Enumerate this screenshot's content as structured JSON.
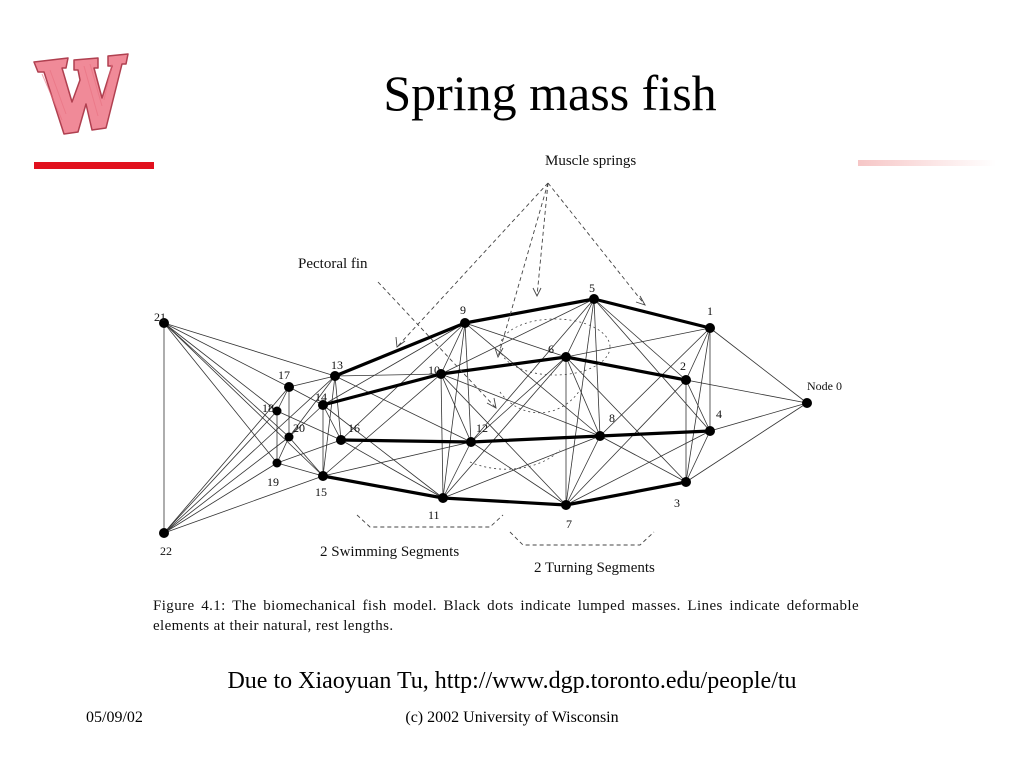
{
  "slide": {
    "title": "Spring mass fish",
    "credit": "Due to Xiaoyuan Tu, http://www.dgp.toronto.edu/people/tu",
    "footer_date": "05/09/02",
    "footer_copyright": "(c) 2002 University of Wisconsin",
    "accent_color": "#e1111e"
  },
  "logo": {
    "letter": "W",
    "fill_color": "#f08a98",
    "edge_color": "#b04050"
  },
  "figure": {
    "callouts": {
      "muscle_springs": "Muscle springs",
      "pectoral_fin": "Pectoral fin",
      "swimming_segments": "2 Swimming Segments",
      "turning_segments": "2 Turning Segments"
    },
    "node_labels": [
      "Node 0",
      "1",
      "2",
      "3",
      "4",
      "5",
      "6",
      "7",
      "8",
      "9",
      "10",
      "11",
      "12",
      "13",
      "14",
      "15",
      "16",
      "17",
      "18",
      "19",
      "20",
      "21",
      "22"
    ],
    "caption": "Figure 4.1: The biomechanical fish model. Black dots indicate lumped masses. Lines indicate deformable elements at their natural, rest lengths."
  }
}
